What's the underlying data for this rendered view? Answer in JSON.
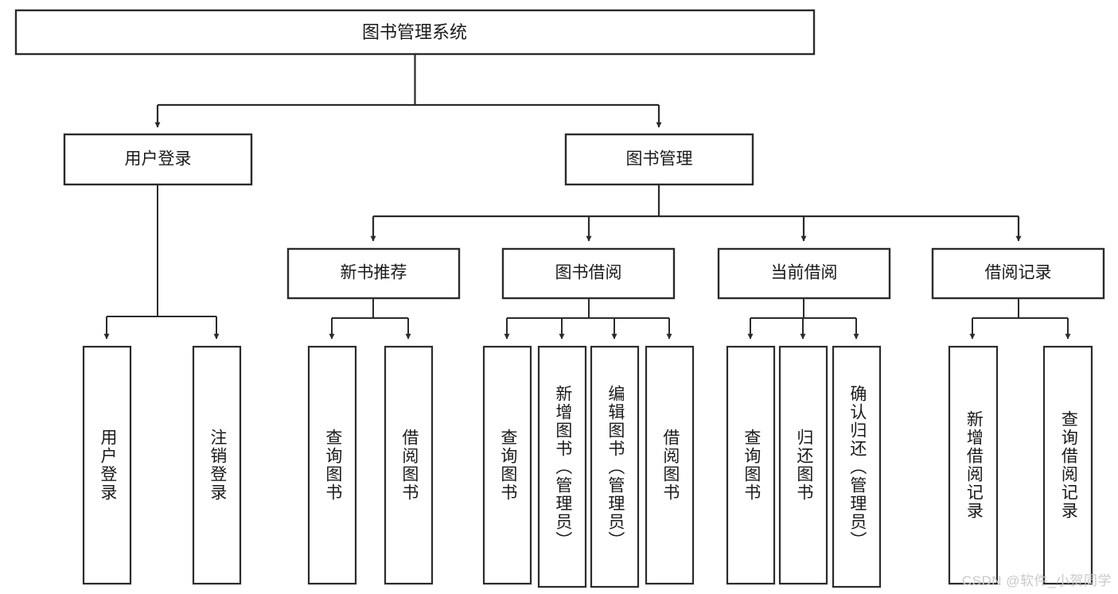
{
  "diagram": {
    "type": "tree",
    "title": "图书管理系统",
    "orientation": "top-down",
    "colors": {
      "background": "#ffffff",
      "box_fill": "#ffffff",
      "box_stroke": "#2b2b2b",
      "text": "#1a1a1a",
      "watermark": "#c9c9c9"
    },
    "levels": {
      "root": {
        "label": "图书管理系统"
      },
      "level2": [
        {
          "label": "用户登录"
        },
        {
          "label": "图书管理"
        }
      ],
      "level3": [
        {
          "label": "新书推荐"
        },
        {
          "label": "图书借阅"
        },
        {
          "label": "当前借阅"
        },
        {
          "label": "借阅记录"
        }
      ],
      "leaves": {
        "user_login": [
          {
            "label": "用户登录"
          },
          {
            "label": "注销登录"
          }
        ],
        "new_book_recommend": [
          {
            "label": "查询图书"
          },
          {
            "label": "借阅图书"
          }
        ],
        "book_borrow": [
          {
            "label": "查询图书"
          },
          {
            "label": "新增图书（管理员）"
          },
          {
            "label": "编辑图书（管理员）"
          },
          {
            "label": "借阅图书"
          }
        ],
        "current_borrow": [
          {
            "label": "查询图书"
          },
          {
            "label": "归还图书"
          },
          {
            "label": "确认归还（管理员）"
          }
        ],
        "borrow_record": [
          {
            "label": "新增借阅记录"
          },
          {
            "label": "查询借阅记录"
          }
        ]
      }
    }
  },
  "watermark": {
    "text": "CSDN @软件_小贺同学"
  }
}
